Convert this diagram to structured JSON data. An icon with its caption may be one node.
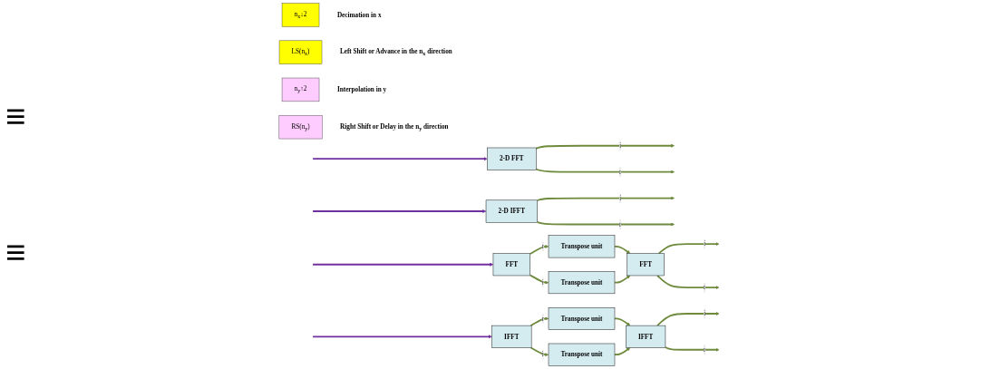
{
  "diagram": {
    "nodes": [
      {
        "text": [
          "2-D FFT"
        ]
      },
      {
        "text": [
          "FFT"
        ]
      },
      {
        "text": [
          "Transpose unit"
        ]
      },
      {
        "text": [
          "Transpose unit"
        ]
      },
      {
        "text": [
          "FFT"
        ]
      },
      {
        "text": [
          "2-D IFFT"
        ]
      },
      {
        "text": [
          "IFFT"
        ]
      },
      {
        "text": [
          "Transpose unit"
        ]
      },
      {
        "text": [
          "Transpose unit"
        ]
      },
      {
        "text": [
          "IFFT"
        ]
      },
      {
        "text": [
          "n$_{x}$↓2"
        ],
        "beside": [
          "Decimation in x"
        ]
      },
      {
        "text": [
          "LS(n$_{x}$)"
        ],
        "beside": [
          "Left Shift or Advance in the n$_{x}$ direction"
        ]
      },
      {
        "text": [
          "n$_{y}$↑2"
        ],
        "beside": [
          "Interpolation in y"
        ]
      },
      {
        "text": [
          "RS(n$_{y}$)"
        ],
        "beside": [
          "Right Shift or Delay in the n$_{y}$ direction"
        ]
      }
    ],
    "edges": [
      {
        "from": null,
        "to": 0,
        "arrow": "to",
        "color": "#7030a0"
      },
      {
        "from": 0,
        "to": null,
        "arrow": "to",
        "label": "i"
      },
      {
        "from": 0,
        "to": null,
        "arrow": "to",
        "label": "r"
      },
      {
        "from": null,
        "to": 1,
        "arrow": "to",
        "color": "#7030a0"
      },
      {
        "from": 1,
        "to": 2,
        "arrow": "to",
        "label": "r"
      },
      {
        "from": 1,
        "to": 3,
        "arrow": "to",
        "label": "i"
      },
      {
        "from": 2,
        "to": 4,
        "arrow": "to"
      },
      {
        "from": 3,
        "to": 4,
        "arrow": "to"
      },
      {
        "from": 4,
        "to": null,
        "arrow": "to",
        "label": "i"
      },
      {
        "from": 4,
        "to": null,
        "arrow": "to",
        "label": "r"
      },
      {
        "from": null,
        "to": 5,
        "arrow": "to",
        "color": "#7030a0"
      },
      {
        "from": 5,
        "to": null,
        "arrow": "to",
        "label": "i"
      },
      {
        "from": 5,
        "to": null,
        "arrow": "to",
        "label": "r"
      },
      {
        "from": null,
        "to": 6,
        "arrow": "to",
        "color": "#7030a0"
      },
      {
        "from": 6,
        "to": 7,
        "arrow": "to",
        "label": "r"
      },
      {
        "from": 6,
        "to": 8,
        "arrow": "to",
        "label": "i"
      },
      {
        "from": 7,
        "to": 9,
        "arrow": "to"
      },
      {
        "from": 8,
        "to": 9,
        "arrow": "to"
      },
      {
        "from": 9,
        "to": null,
        "arrow": "to",
        "label": "i"
      },
      {
        "from": 9,
        "to": null,
        "arrow": "to",
        "label": "r"
      }
    ],
    "labels": [
      "≡",
      "≡"
    ]
  }
}
